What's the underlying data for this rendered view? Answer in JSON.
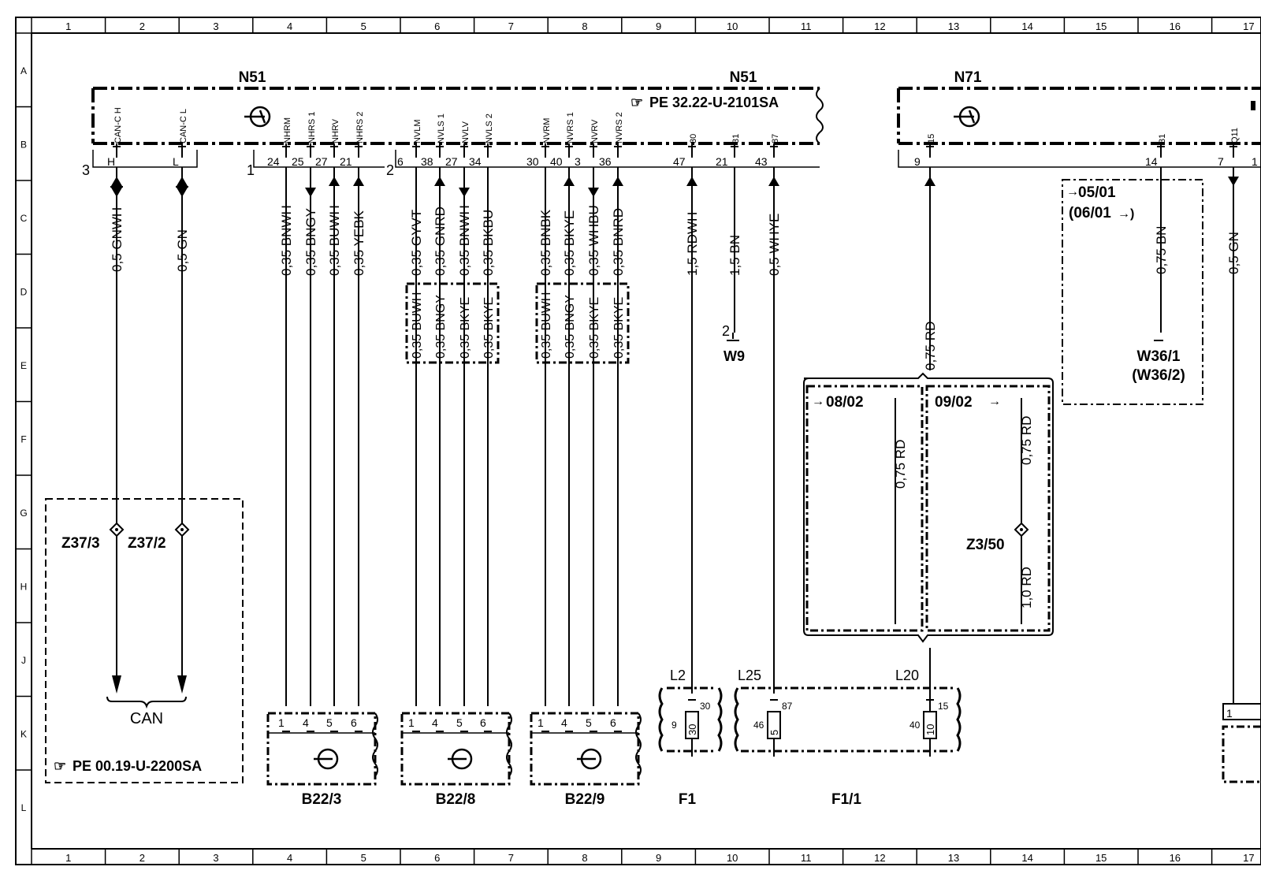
{
  "grid": {
    "columns": [
      "1",
      "2",
      "3",
      "4",
      "5",
      "6",
      "7",
      "8",
      "9",
      "10",
      "11",
      "12",
      "13",
      "14",
      "15",
      "16",
      "17"
    ],
    "rows": [
      "A",
      "B",
      "C",
      "D",
      "E",
      "F",
      "G",
      "H",
      "J",
      "K",
      "L"
    ]
  },
  "header": {
    "n51_left": "N51",
    "n51_right": "N51",
    "n71": "N71",
    "ref_top": "PE  32.22-U-2101SA"
  },
  "connectors": {
    "c3": "3",
    "c1": "1",
    "c2": "2"
  },
  "n51_pins": [
    {
      "pin": "H",
      "name": "CAN-C H",
      "wire": "0,5  GNWH"
    },
    {
      "pin": "L",
      "name": "CAN-C L",
      "wire": "0,5  GN"
    },
    {
      "pin": "24",
      "name": "NHRM",
      "wire": "0,35  BNWH"
    },
    {
      "pin": "25",
      "name": "NHRS 1",
      "wire": "0,35  BNGY"
    },
    {
      "pin": "27",
      "name": "NHRV",
      "wire": "0,35  BUWH"
    },
    {
      "pin": "21",
      "name": "NHRS 2",
      "wire": "0,35  YEBK"
    },
    {
      "pin": "6",
      "name": "NVLM",
      "wire": "0,35  GYVT"
    },
    {
      "pin": "38",
      "name": "NVLS 1",
      "wire": "0,35  GNRD"
    },
    {
      "pin": "27",
      "name": "NVLV",
      "wire": "0,35  BNWH"
    },
    {
      "pin": "34",
      "name": "NVLS 2",
      "wire": "0,35  BKBU"
    },
    {
      "pin": "30",
      "name": "NVRM",
      "wire": "0,35  BNBK"
    },
    {
      "pin": "40",
      "name": "NVRS 1",
      "wire": "0,35  BKYE"
    },
    {
      "pin": "3",
      "name": "NVRV",
      "wire": "0,35  WHBU"
    },
    {
      "pin": "36",
      "name": "NVRS 2",
      "wire": "0,35  BNRD"
    },
    {
      "pin": "47",
      "name": "30",
      "wire": "1,5  RDWH"
    },
    {
      "pin": "21",
      "name": "31",
      "wire": "1,5  BN"
    },
    {
      "pin": "43",
      "name": "87",
      "wire": "0,5  WHYE"
    }
  ],
  "alt_wires_a": [
    "0,35  BUWH",
    "0,35  BNGY",
    "0,35  BKYE",
    "0,35  BKYE"
  ],
  "alt_wires_b": [
    "0,35  BUWH",
    "0,35  BNGY",
    "0,35  BKYE",
    "0,35  BKYE"
  ],
  "n71_pins": [
    {
      "pin": "9",
      "name": "15",
      "wire": "0,75  RD"
    },
    {
      "pin": "14",
      "name": "31",
      "wire": "0,75  BN"
    },
    {
      "pin": "7",
      "name": "Q11",
      "wire": "0,5  GN"
    }
  ],
  "can_box": {
    "z373": "Z37/3",
    "z372": "Z37/2",
    "can": "CAN",
    "ref": "PE  00.19-U-2200SA"
  },
  "w9": {
    "pin": "2",
    "label": "W9"
  },
  "variant_05": {
    "line1": "05/01",
    "line2": "(06/01",
    "w36_1": "W36/1",
    "w36_2": "(W36/2)"
  },
  "variant_08": {
    "label": "08/02",
    "wire": "0,75  RD"
  },
  "variant_09": {
    "label": "09/02",
    "wire_top": "0,75  RD",
    "z": "Z3/50",
    "wire_bot": "1,0  RD"
  },
  "sensor_pins": [
    "1",
    "4",
    "5",
    "6"
  ],
  "sensors": [
    "B22/3",
    "B22/8",
    "B22/9"
  ],
  "fuses": {
    "l2": "L2",
    "l25": "L25",
    "l20": "L20",
    "f1": "F1",
    "f11": "F1/1",
    "fuse30": {
      "num": "30",
      "side": "9",
      "top": "30"
    },
    "fuse5": {
      "num": "5",
      "side": "46",
      "top": "87"
    },
    "fuse10": {
      "num": "10",
      "side": "40",
      "top": "15"
    }
  },
  "edge_pins": {
    "n71_right": "1",
    "right_k": "1"
  }
}
